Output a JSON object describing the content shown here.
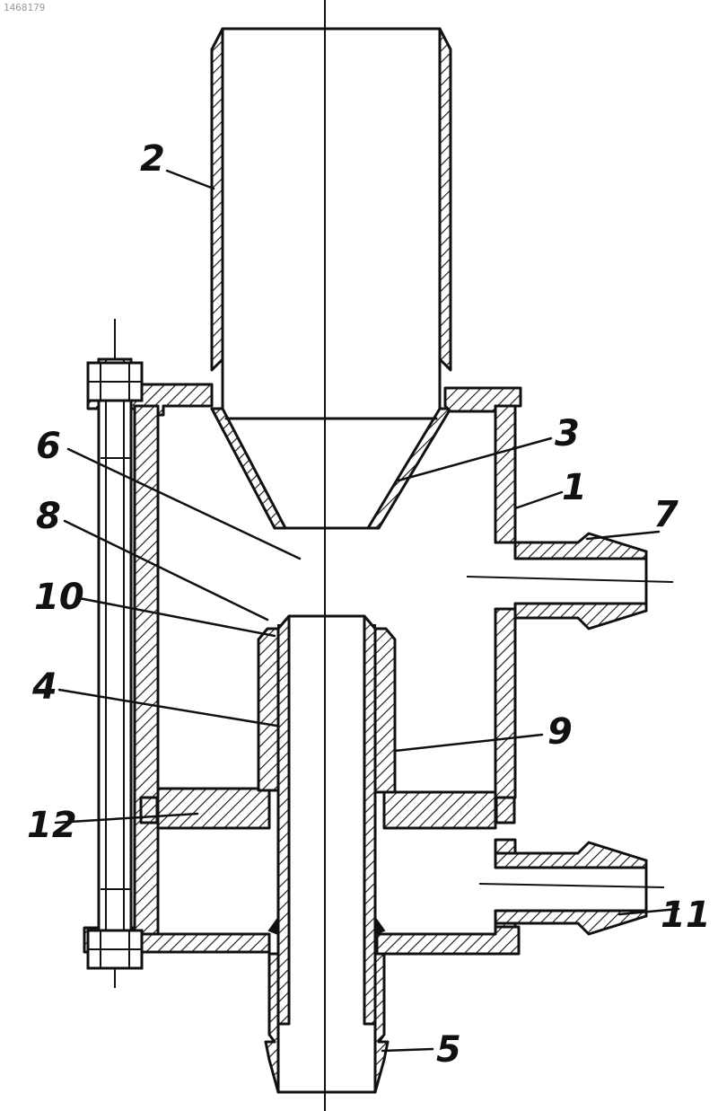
{
  "watermark": "1468179",
  "callouts": [
    {
      "id": "1",
      "text": "1"
    },
    {
      "id": "2",
      "text": "2"
    },
    {
      "id": "3",
      "text": "3"
    },
    {
      "id": "4",
      "text": "4"
    },
    {
      "id": "5",
      "text": "5"
    },
    {
      "id": "6",
      "text": "6"
    },
    {
      "id": "7",
      "text": "7"
    },
    {
      "id": "8",
      "text": "8"
    },
    {
      "id": "9",
      "text": "9"
    },
    {
      "id": "10",
      "text": "10"
    },
    {
      "id": "11",
      "text": "11"
    },
    {
      "id": "12",
      "text": "12"
    }
  ]
}
